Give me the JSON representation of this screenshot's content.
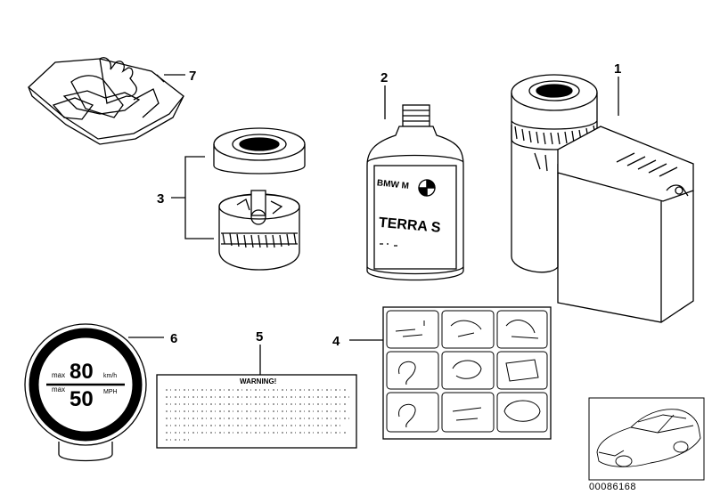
{
  "callouts": [
    "1",
    "2",
    "3",
    "4",
    "5",
    "6",
    "7"
  ],
  "bottle": {
    "brand": "BMW M",
    "product": "TERRA S"
  },
  "speed_label": {
    "max_label_top": "max",
    "value_top": "80",
    "unit_top": "km/h",
    "max_label_bottom": "max",
    "value_bottom": "50",
    "unit_bottom": "MPH"
  },
  "warning_label": {
    "title": "WARNING!"
  },
  "reference_number": "00086168"
}
